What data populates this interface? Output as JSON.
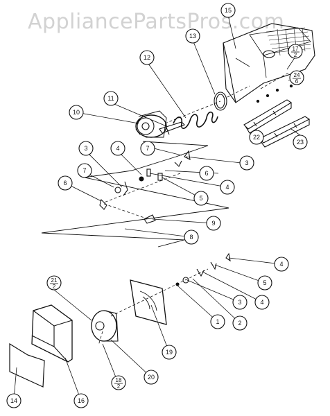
{
  "watermark": "AppliancePartsPros.com",
  "callouts": [
    {
      "id": "c15",
      "text": "15"
    },
    {
      "id": "c13",
      "text": "13"
    },
    {
      "id": "c12",
      "text": "12"
    },
    {
      "id": "c11",
      "text": "11"
    },
    {
      "id": "c10",
      "text": "10"
    },
    {
      "id": "c17",
      "top": "17",
      "bottom": "2"
    },
    {
      "id": "c24",
      "top": "24",
      "bottom": "6"
    },
    {
      "id": "c22",
      "text": "22"
    },
    {
      "id": "c23",
      "text": "23"
    },
    {
      "id": "c7a",
      "text": "7"
    },
    {
      "id": "c3a",
      "text": "3"
    },
    {
      "id": "c6a",
      "text": "6"
    },
    {
      "id": "c3b",
      "text": "3"
    },
    {
      "id": "c4a",
      "text": "4"
    },
    {
      "id": "c7b",
      "text": "7"
    },
    {
      "id": "c4b",
      "text": "4"
    },
    {
      "id": "c5a",
      "text": "5"
    },
    {
      "id": "c6b",
      "text": "6"
    },
    {
      "id": "c9",
      "text": "9"
    },
    {
      "id": "c8",
      "text": "8"
    },
    {
      "id": "c4c",
      "text": "4"
    },
    {
      "id": "c5b",
      "text": "5"
    },
    {
      "id": "c4d",
      "text": "4"
    },
    {
      "id": "c3c",
      "text": "3"
    },
    {
      "id": "c2",
      "text": "2"
    },
    {
      "id": "c1",
      "text": "1"
    },
    {
      "id": "c21",
      "top": "21",
      "bottom": "2"
    },
    {
      "id": "c19",
      "text": "19"
    },
    {
      "id": "c20",
      "text": "20"
    },
    {
      "id": "c18",
      "top": "18",
      "bottom": "2"
    },
    {
      "id": "c14",
      "text": "14"
    },
    {
      "id": "c16",
      "text": "16"
    }
  ]
}
